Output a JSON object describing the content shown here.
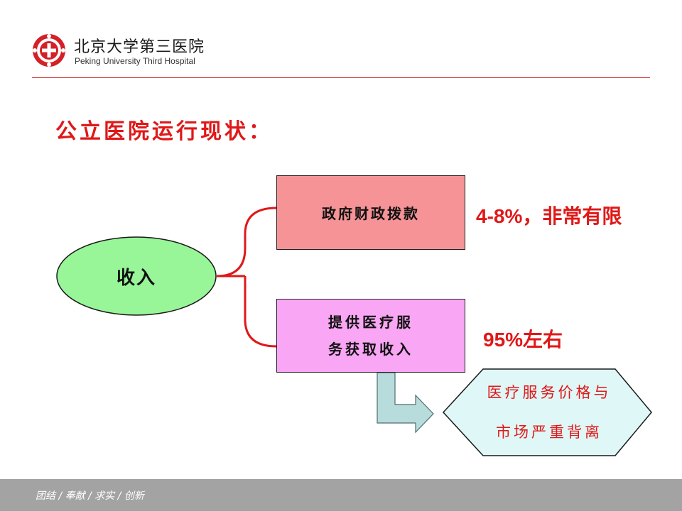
{
  "header": {
    "logo_name_cn": "北京大学第三医院",
    "logo_name_en": "Peking University Third Hospital"
  },
  "slide": {
    "title": "公立医院运行现状："
  },
  "diagram": {
    "income_label": "收入",
    "gov_funding_label": "政府财政拨款",
    "gov_funding_note": "4-8%，非常有限",
    "service_income_line1": "提供医疗服",
    "service_income_line2": "务获取收入",
    "service_income_note": "95%左右",
    "deviation_line1": "医疗服务价格与",
    "deviation_line2": "市场严重背离"
  },
  "footer": {
    "motto": "团结 / 奉献 / 求实 / 创新"
  },
  "colors": {
    "accent_red": "#e01818",
    "ellipse_fill": "#98f598",
    "gov_box_fill": "#f59396",
    "service_box_fill": "#f9a6f4",
    "hexagon_fill": "#dff7f7",
    "arrow_fill": "#b8dcdc",
    "footer_bar": "#a3a3a3"
  }
}
